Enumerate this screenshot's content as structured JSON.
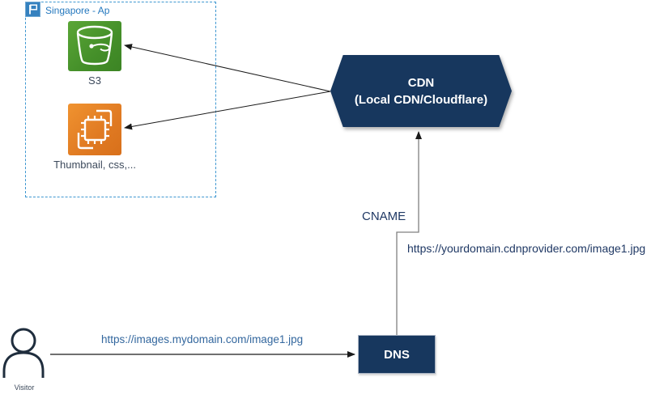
{
  "diagram": {
    "region": {
      "label": "Singapore - Ap"
    },
    "nodes": {
      "s3": {
        "label": "S3"
      },
      "assets": {
        "label": "Thumbnail, css,..."
      },
      "cdn": {
        "title": "CDN",
        "subtitle": "(Local CDN/Cloudflare)"
      },
      "dns": {
        "label": "DNS"
      },
      "visitor": {
        "label": "Visitor"
      }
    },
    "edges": {
      "cname_label": "CNAME",
      "cdn_url": "https://yourdomain.cdnprovider.com/image1.jpg",
      "visitor_request_url": "https://images.mydomain.com/image1.jpg"
    },
    "colors": {
      "navy_fill": "#17375E",
      "region_border_blue": "#3E97D1",
      "region_text_blue": "#2478BE",
      "s3_green": "#4A9B2C",
      "asset_orange": "#E07A22",
      "dark_url_text": "#1F3864",
      "light_url_text": "#33679E",
      "connector_gray": "#808080",
      "connector_black": "#1a1a1a"
    }
  }
}
